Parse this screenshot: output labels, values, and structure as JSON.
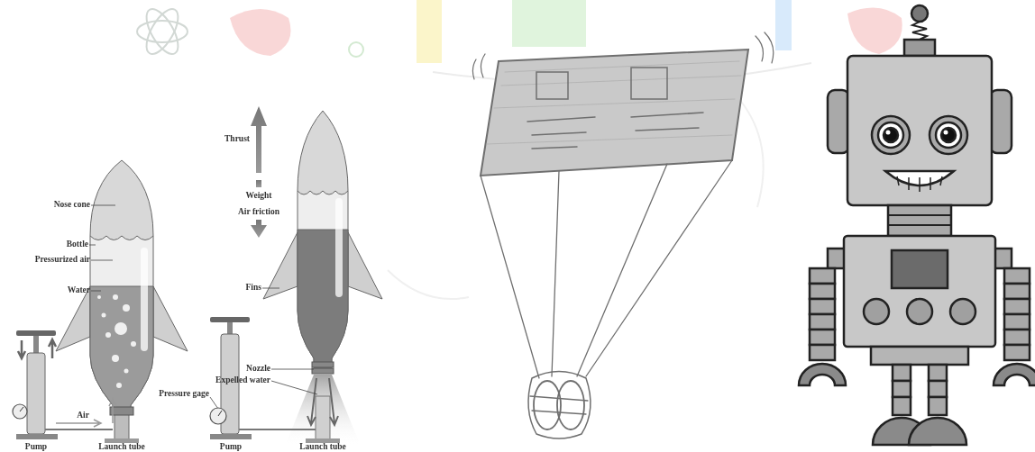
{
  "diagram": {
    "labels": [
      "Nose cone",
      "Bottle",
      "Pressurized air",
      "Water",
      "Air",
      "Pump",
      "Launch tube",
      "Thrust",
      "Weight",
      "Air friction",
      "Fins",
      "Nozzle",
      "Expelled water",
      "Pressure gage",
      "Pump",
      "Launch tube"
    ]
  }
}
